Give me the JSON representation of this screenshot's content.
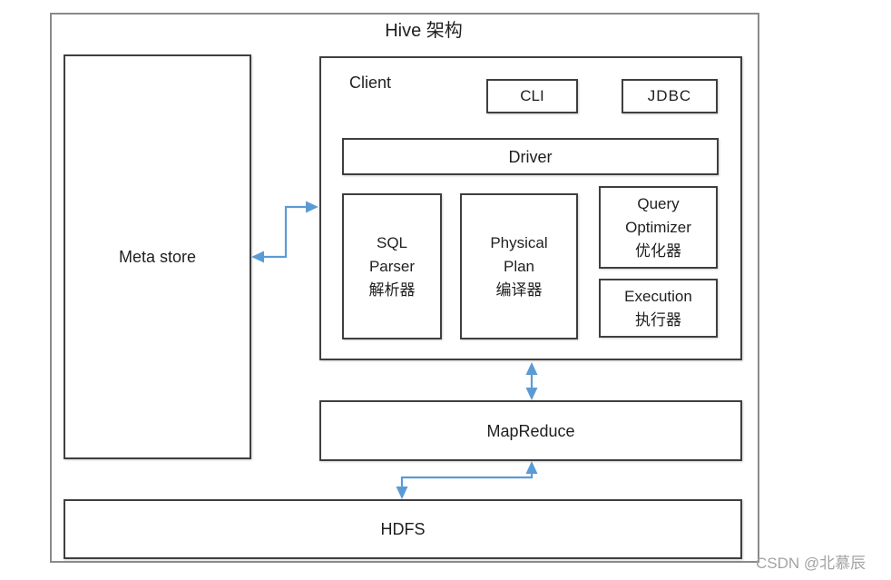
{
  "title": "Hive 架构",
  "watermark": "CSDN @北慕辰",
  "colors": {
    "arrow": "#5b9bd5",
    "box_border": "#3f3f3f",
    "outer_border": "#8a8a8a",
    "text": "#1f1f1f",
    "watermark": "#a3a3a3"
  },
  "nodes": {
    "metastore": {
      "label": "Meta store"
    },
    "client": {
      "label": "Client"
    },
    "cli": {
      "label": "CLI"
    },
    "jdbc": {
      "label": "JDBC"
    },
    "driver": {
      "label": "Driver"
    },
    "sql_parser": {
      "lines": [
        "SQL",
        "Parser",
        "解析器"
      ]
    },
    "physical_plan": {
      "lines": [
        "Physical",
        "Plan",
        "编译器"
      ]
    },
    "query_optimizer": {
      "lines": [
        "Query",
        "Optimizer",
        "优化器"
      ]
    },
    "execution": {
      "lines": [
        "Execution",
        "执行器"
      ]
    },
    "mapreduce": {
      "label": "MapReduce"
    },
    "hdfs": {
      "label": "HDFS"
    }
  },
  "edges": [
    {
      "from": "metastore",
      "to": "client",
      "direction": "bidirectional",
      "shape": "step"
    },
    {
      "from": "client",
      "to": "mapreduce",
      "direction": "bidirectional",
      "shape": "straight"
    },
    {
      "from": "mapreduce",
      "to": "hdfs",
      "direction": "bidirectional",
      "shape": "step"
    }
  ]
}
